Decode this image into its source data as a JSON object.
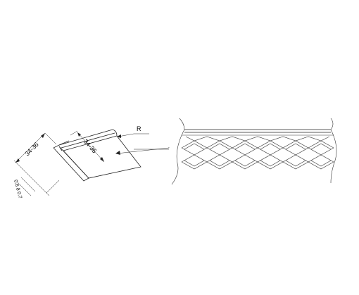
{
  "labels": {
    "left_side_dim": "34-36",
    "right_side_dim": "34-36",
    "radius": "R",
    "thickness": "0.6 ð 0.7"
  }
}
